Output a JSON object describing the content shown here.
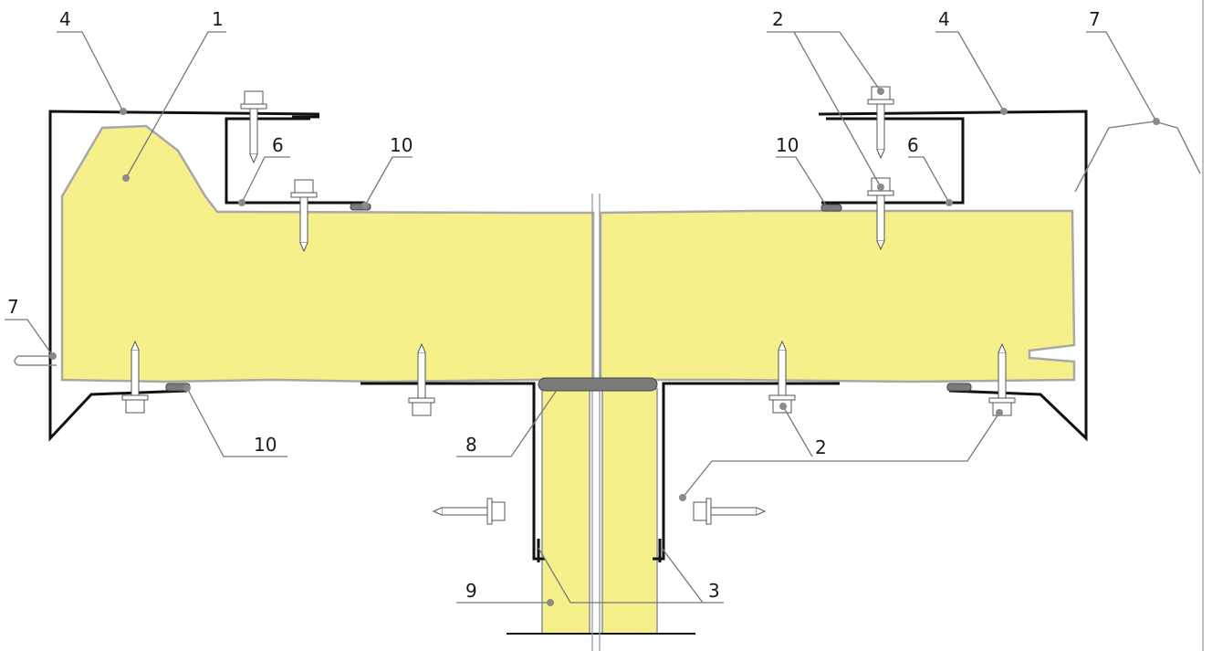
{
  "callouts": {
    "c1": "1",
    "c2a": "2",
    "c2b": "2",
    "c3": "3",
    "c4a": "4",
    "c4b": "4",
    "c6a": "6",
    "c6b": "6",
    "c7a": "7",
    "c7b": "7",
    "c8": "8",
    "c9": "9",
    "c10a": "10",
    "c10b": "10",
    "c10c": "10"
  },
  "colors": {
    "foam": "#f6f08a",
    "foam_edge": "#a8a8a8",
    "sheet_metal": "#111111",
    "sealant": "#7a7a7a",
    "leader": "#777777"
  }
}
